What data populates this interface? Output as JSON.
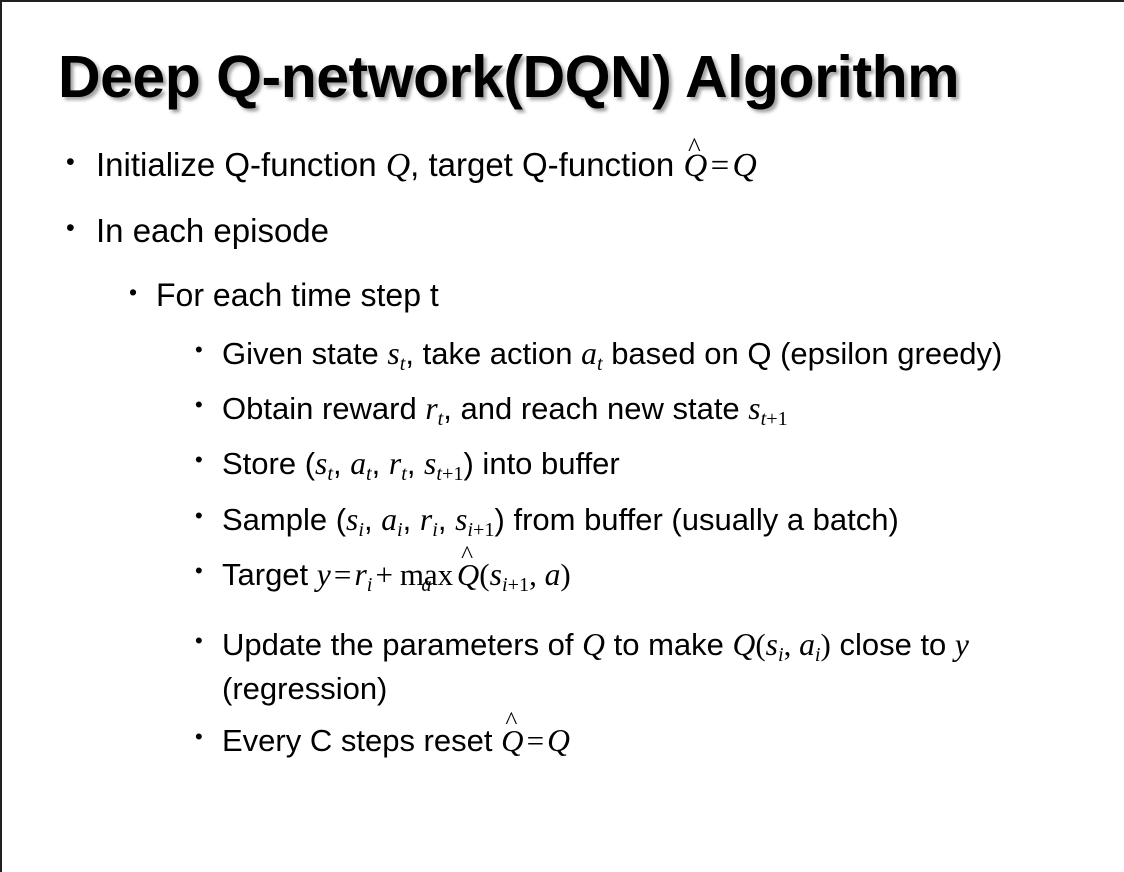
{
  "slide": {
    "title": "Deep Q-network(DQN) Algorithm",
    "background_color": "#ffffff",
    "text_color": "#000000",
    "border_color": "#20201f",
    "bullet_glyph": "•"
  },
  "bullets": {
    "l1_initialize": {
      "lead": "Initialize Q-function ",
      "q1": "Q",
      "mid": ", target Q-function ",
      "qhat": "Q",
      "hat": "^",
      "eq": "=",
      "q2": "Q"
    },
    "l1_episode": "In each episode",
    "l2_timestep": "For each time step t",
    "l3_given": {
      "lead": "Given state ",
      "s": "s",
      "s_sub": "t",
      "mid": ", take action ",
      "a": "a",
      "a_sub": "t",
      "tail": " based on Q (epsilon greedy)"
    },
    "l3_obtain": {
      "lead": "Obtain reward ",
      "r": "r",
      "r_sub": "t",
      "mid": ", and reach new state ",
      "s": "s",
      "s_sub": "t",
      "s_sub_plus": "+1"
    },
    "l3_store": {
      "lead": "Store (",
      "s1": "s",
      "s1_sub": "t",
      "c1": ", ",
      "a1": "a",
      "a1_sub": "t",
      "c2": ", ",
      "r1": "r",
      "r1_sub": "t",
      "c3": ", ",
      "s2": "s",
      "s2_sub": "t",
      "s2_sub_plus": "+1",
      "tail": ") into buffer"
    },
    "l3_sample": {
      "lead": "Sample (",
      "s1": "s",
      "s1_sub": "i",
      "c1": ", ",
      "a1": "a",
      "a1_sub": "i",
      "c2": ", ",
      "r1": "r",
      "r1_sub": "i",
      "c3": ", ",
      "s2": "s",
      "s2_sub": "i",
      "s2_sub_plus": "+1",
      "tail": ") from buffer (usually a batch)"
    },
    "l3_target": {
      "lead": "Target ",
      "y": "y",
      "eq": "=",
      "r": "r",
      "r_sub": "i",
      "plus": "+",
      "max": "max",
      "max_limit": "a",
      "qhat": "Q",
      "hat": "^",
      "open": "(",
      "s": "s",
      "s_sub": "i",
      "s_sub_plus": "+1",
      "comma": ", ",
      "a": "a",
      "close": ")"
    },
    "l3_update": {
      "lead": "Update the parameters of ",
      "q1": "Q",
      "mid": " to make ",
      "q2": "Q",
      "open": "(",
      "s": "s",
      "s_sub": "i",
      "comma": ", ",
      "a": "a",
      "a_sub": "i",
      "close": ")",
      "tail": " close to ",
      "y": "y",
      "tail2": " (regression)"
    },
    "l3_reset": {
      "lead": "Every C steps reset ",
      "qhat": "Q",
      "hat": "^",
      "eq": "=",
      "q": "Q"
    }
  }
}
